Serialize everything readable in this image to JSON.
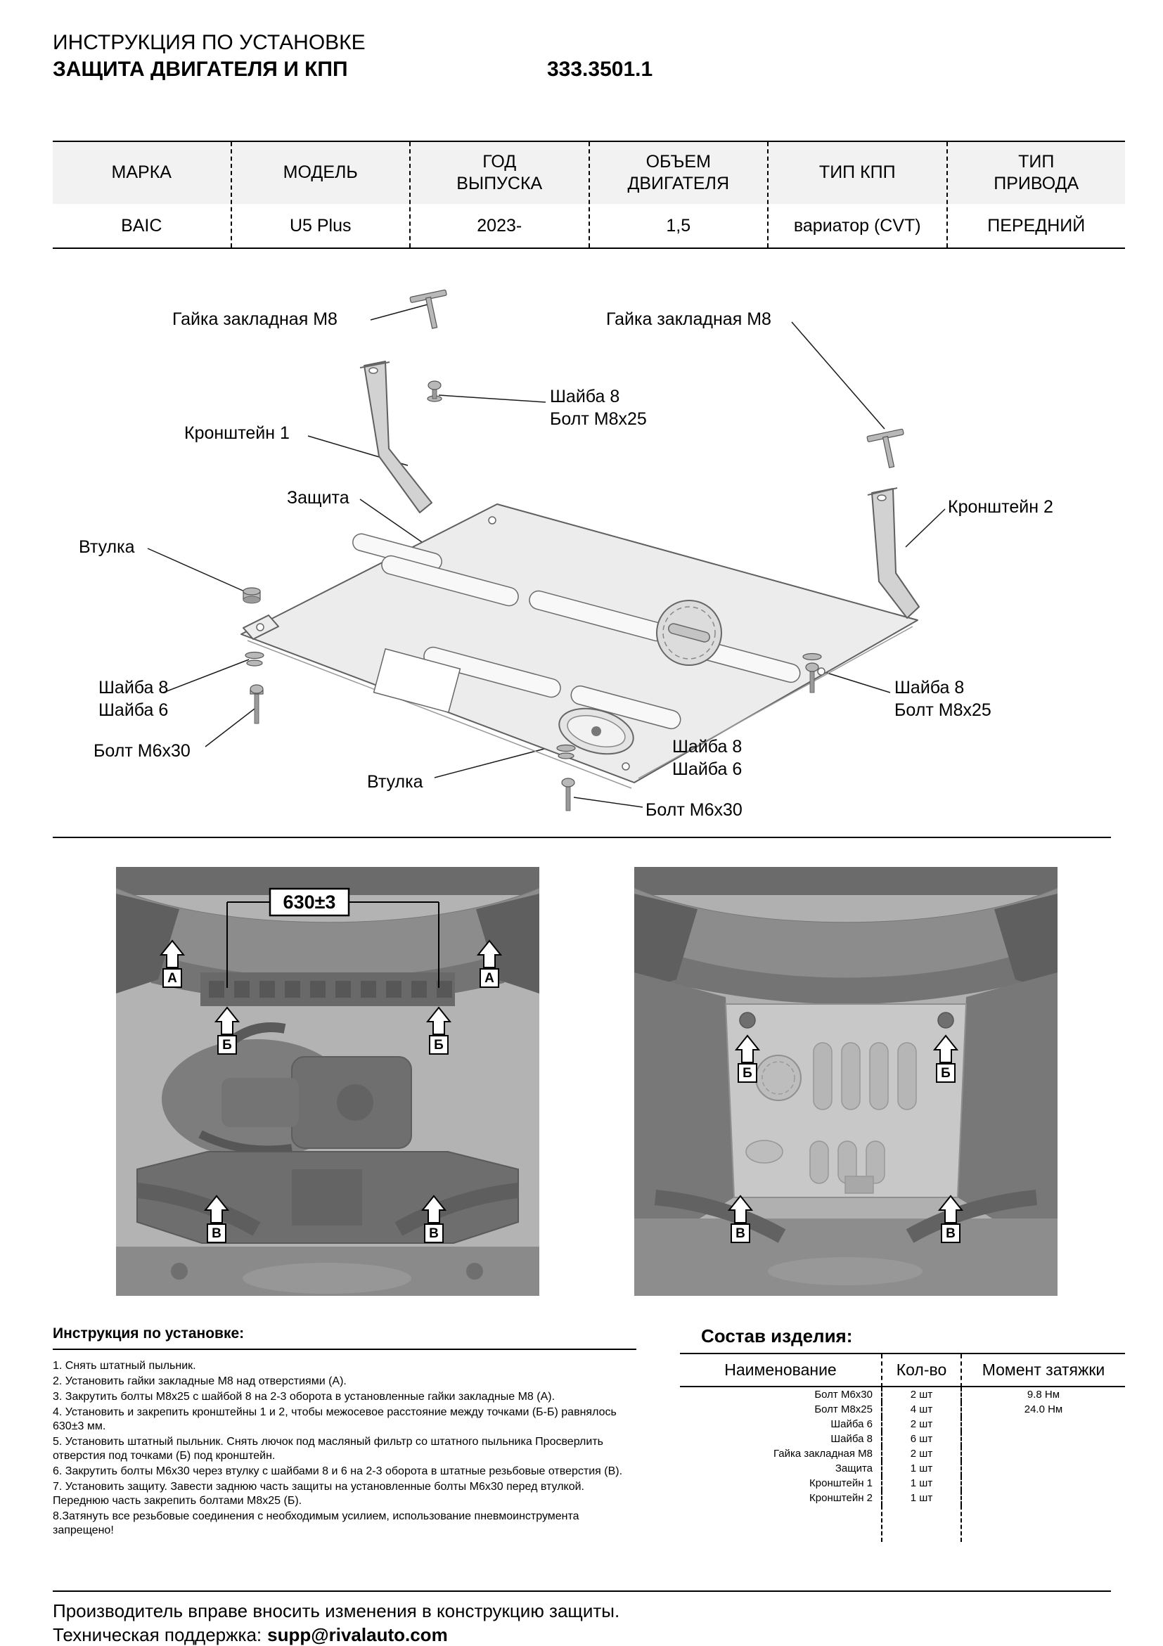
{
  "header": {
    "title_line1": "ИНСТРУКЦИЯ ПО УСТАНОВКЕ",
    "title_line2": "ЗАЩИТА ДВИГАТЕЛЯ И КПП",
    "part_number": "333.3501.1"
  },
  "spec_table": {
    "columns": [
      {
        "header": "МАРКА",
        "value": "BAIC"
      },
      {
        "header": "МОДЕЛЬ",
        "value": "U5 Plus"
      },
      {
        "header": "ГОД\nВЫПУСКА",
        "value": "2023-"
      },
      {
        "header": "ОБЪЕМ\nДВИГАТЕЛЯ",
        "value": "1,5"
      },
      {
        "header": "ТИП КПП",
        "value": "вариатор (CVT)"
      },
      {
        "header": "ТИП\nПРИВОДА",
        "value": "ПЕРЕДНИЙ"
      }
    ]
  },
  "diagram": {
    "labels": {
      "nut_left": "Гайка закладная М8",
      "nut_right": "Гайка закладная М8",
      "washer_bolt_top": "Шайба 8\nБолт М8х25",
      "bracket1": "Кронштейн 1",
      "shield": "Защита",
      "bracket2": "Кронштейн 2",
      "bushing_left": "Втулка",
      "washers_left": "Шайба 8\nШайба 6",
      "bolt_left": "Болт М6х30",
      "washer_bolt_right": "Шайба 8\nБолт М8х25",
      "washers_bottom": "Шайба 8\nШайба 6",
      "bushing_bottom": "Втулка",
      "bolt_bottom": "Болт М6х30"
    }
  },
  "photos": {
    "dimension": "630±3",
    "arrow_a": "А",
    "arrow_b": "Б",
    "arrow_v": "В"
  },
  "instructions": {
    "heading": "Инструкция по установке:",
    "steps": [
      "1. Снять штатный пыльник.",
      "2. Установить гайки закладные М8 над отверстиями (А).",
      "3. Закрутить болты М8х25 с шайбой 8 на 2-3 оборота в установленные гайки закладные М8 (А).",
      "4. Установить и закрепить кронштейны 1 и 2, чтобы межосевое расстояние между точками (Б-Б) равнялось 630±3 мм.",
      "5. Установить штатный пыльник. Снять лючок под масляный фильтр со штатного пыльника Просверлить отверстия под точками (Б) под кронштейн.",
      "6. Закрутить болты М6х30 через втулку с шайбами 8 и 6 на 2-3 оборота в штатные резьбовые отверстия (В).",
      "7. Установить защиту. Завести заднюю часть защиты на установленные болты М6х30 перед втулкой. Переднюю часть закрепить болтами М8х25 (Б).",
      "8.Затянуть все резьбовые соединения с необходимым усилием, использование пневмоинструмента запрещено!"
    ]
  },
  "parts": {
    "heading": "Состав изделия:",
    "col_name": "Наименование",
    "col_qty": "Кол-во",
    "col_torque": "Момент затяжки",
    "rows": [
      {
        "name": "Болт М6х30",
        "qty": "2 шт",
        "torque": "9.8 Нм"
      },
      {
        "name": "Болт М8х25",
        "qty": "4 шт",
        "torque": "24.0 Нм"
      },
      {
        "name": "Шайба 6",
        "qty": "2 шт",
        "torque": ""
      },
      {
        "name": "Шайба 8",
        "qty": "6 шт",
        "torque": ""
      },
      {
        "name": "Гайка закладная М8",
        "qty": "2 шт",
        "torque": ""
      },
      {
        "name": "Защита",
        "qty": "1 шт",
        "torque": ""
      },
      {
        "name": "Кронштейн 1",
        "qty": "1 шт",
        "torque": ""
      },
      {
        "name": "Кронштейн 2",
        "qty": "1 шт",
        "torque": ""
      }
    ]
  },
  "footer": {
    "note": "Производитель вправе вносить изменения в конструкцию защиты.",
    "support_label": "Техническая поддержка:",
    "support_email": "supp@rivalauto.com"
  }
}
